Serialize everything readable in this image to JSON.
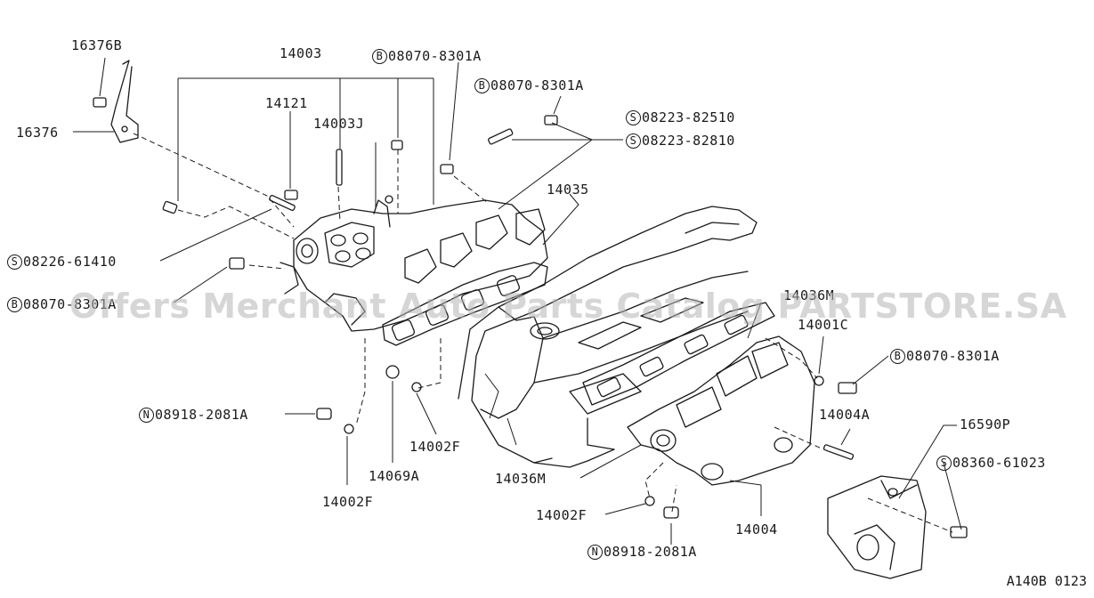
{
  "labels": {
    "l16376B": "16376B",
    "l16376": "16376",
    "l14003": "14003",
    "l14121": "14121",
    "l14003J": "14003J",
    "b1": "08070-8301A",
    "b2": "08070-8301A",
    "s1": "08223-82510",
    "s2": "08223-82810",
    "l14035": "14035",
    "s3": "08226-61410",
    "b3": "08070-8301A",
    "l14036": "14036M",
    "l14001C": "14001C",
    "b4": "08070-8301A",
    "l14004A": "14004A",
    "l16590P": "16590P",
    "s4": "08360-61023",
    "n1": "08918-2081A",
    "l14002F_a": "14002F",
    "l14069A": "14069A",
    "l14002F_b": "14002F",
    "l14036M": "14036M",
    "l14002F_c": "14002F",
    "l14004": "14004",
    "n2": "08918-2081A"
  },
  "prefixes": {
    "B": "B",
    "S": "S",
    "N": "N"
  },
  "watermark": "Offers Merchant Auto Parts Catalog PARTSTORE.SA",
  "diagram_code": "A140B 0123"
}
